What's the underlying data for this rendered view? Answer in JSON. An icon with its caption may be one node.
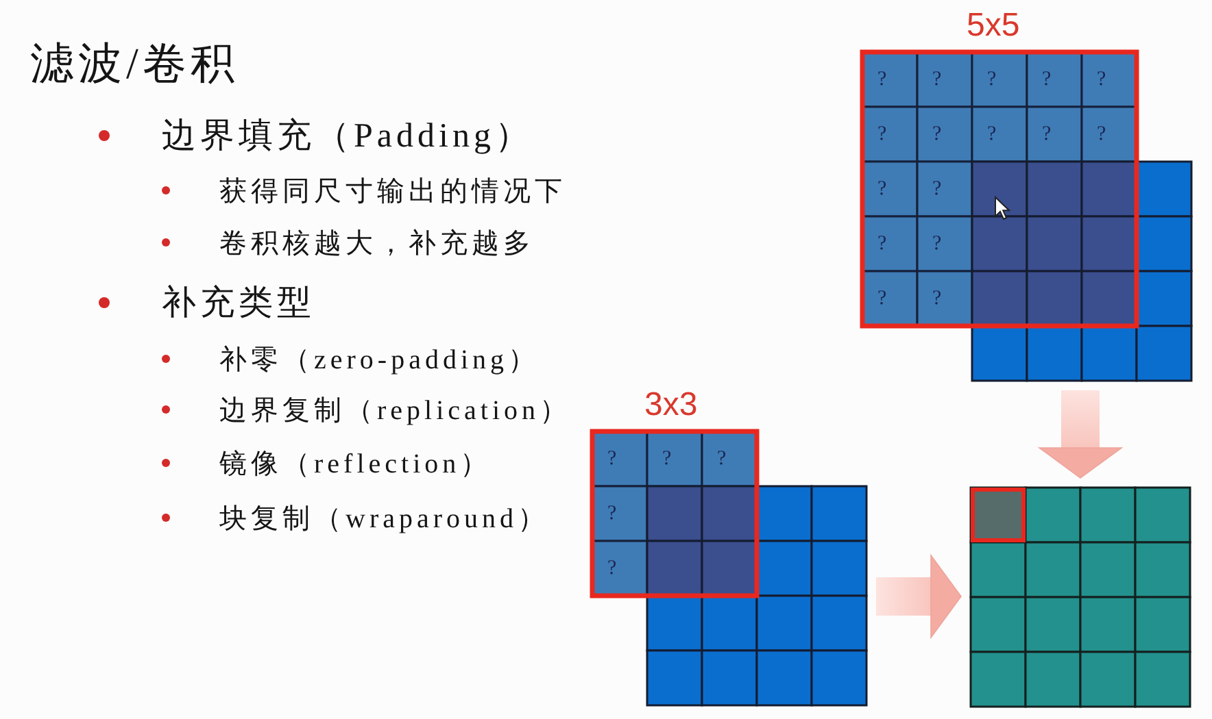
{
  "diagram": {
    "title": "滤波/卷积",
    "nodes": [
      {
        "text": [
          "5x5",
          "?",
          "?",
          "?",
          "?",
          "?",
          "?",
          "?",
          "?",
          "?",
          "?",
          "?",
          "?",
          "?",
          "?",
          "?",
          "?"
        ]
      },
      {
        "text": [
          "3x3",
          "?",
          "?",
          "?",
          "?",
          "?"
        ]
      },
      {
        "text": [],
        "shape": "grid"
      }
    ],
    "edges": [
      {
        "from": 0,
        "to": 2,
        "arrow": "to"
      },
      {
        "from": 1,
        "to": 2,
        "arrow": "to"
      }
    ],
    "labels": [
      "边界填充（Padding）",
      "获得同尺寸输出的情况下",
      "卷积核越大，补充越多",
      "补充类型",
      "补零（zero-padding）",
      "边界复制（replication）",
      "镜像（reflection）",
      "块复制（wraparound）"
    ]
  }
}
